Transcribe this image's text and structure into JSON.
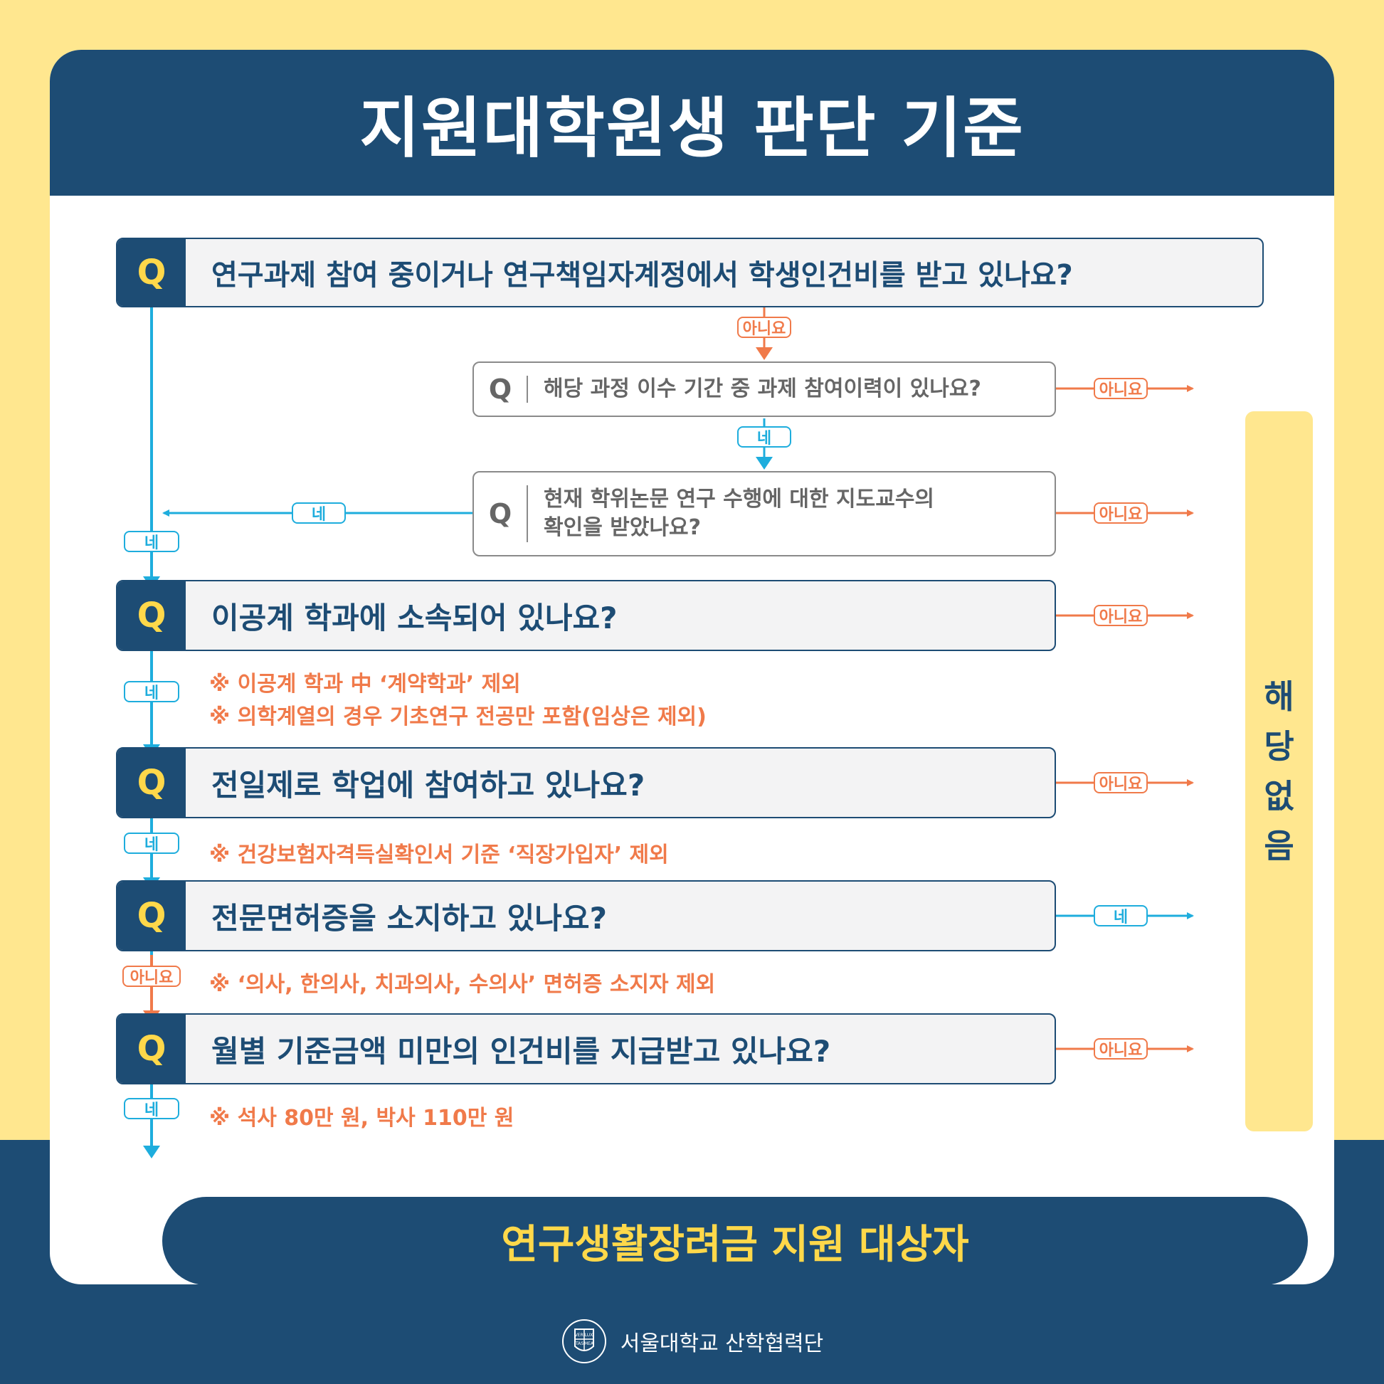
{
  "title": "지원대학원생 판단 기준",
  "q_label": "Q",
  "questions": {
    "q1": "연구과제 참여 중이거나 연구책임자계정에서 학생인건비를 받고 있나요?",
    "q1a": "해당 과정 이수 기간 중 과제 참여이력이 있나요?",
    "q1b_line1": "현재 학위논문 연구 수행에 대한 지도교수의",
    "q1b_line2": "확인을 받았나요?",
    "q2": "이공계 학과에 소속되어 있나요?",
    "q3": "전일제로 학업에 참여하고 있나요?",
    "q4": "전문면허증을 소지하고 있나요?",
    "q5": "월별 기준금액 미만의 인건비를 지급받고 있나요?"
  },
  "labels": {
    "yes": "네",
    "no": "아니요"
  },
  "notes": {
    "n2a": "※ 이공계 학과 中 ‘계약학과’ 제외",
    "n2b": "※ 의학계열의 경우 기초연구 전공만 포함(임상은 제외)",
    "n3": "※ 건강보험자격득실확인서 기준 ‘직장가입자’ 제외",
    "n4": "※ ‘의사, 한의사, 치과의사, 수의사’ 면허증 소지자 제외",
    "n5": "※ 석사 80만 원, 박사 110만 원"
  },
  "not_applicable": [
    "해",
    "당",
    "없",
    "음"
  ],
  "result": "연구생활장려금 지원 대상자",
  "footer": {
    "org": "서울대학교 산학협력단",
    "logo_text": [
      "VERI",
      "TAS",
      "LUX",
      "MEA"
    ]
  },
  "colors": {
    "navy": "#1D4C74",
    "yellow": "#FFE78F",
    "gold_text": "#FFD84A",
    "orange": "#F07A4A",
    "cyan": "#1EADDD"
  }
}
